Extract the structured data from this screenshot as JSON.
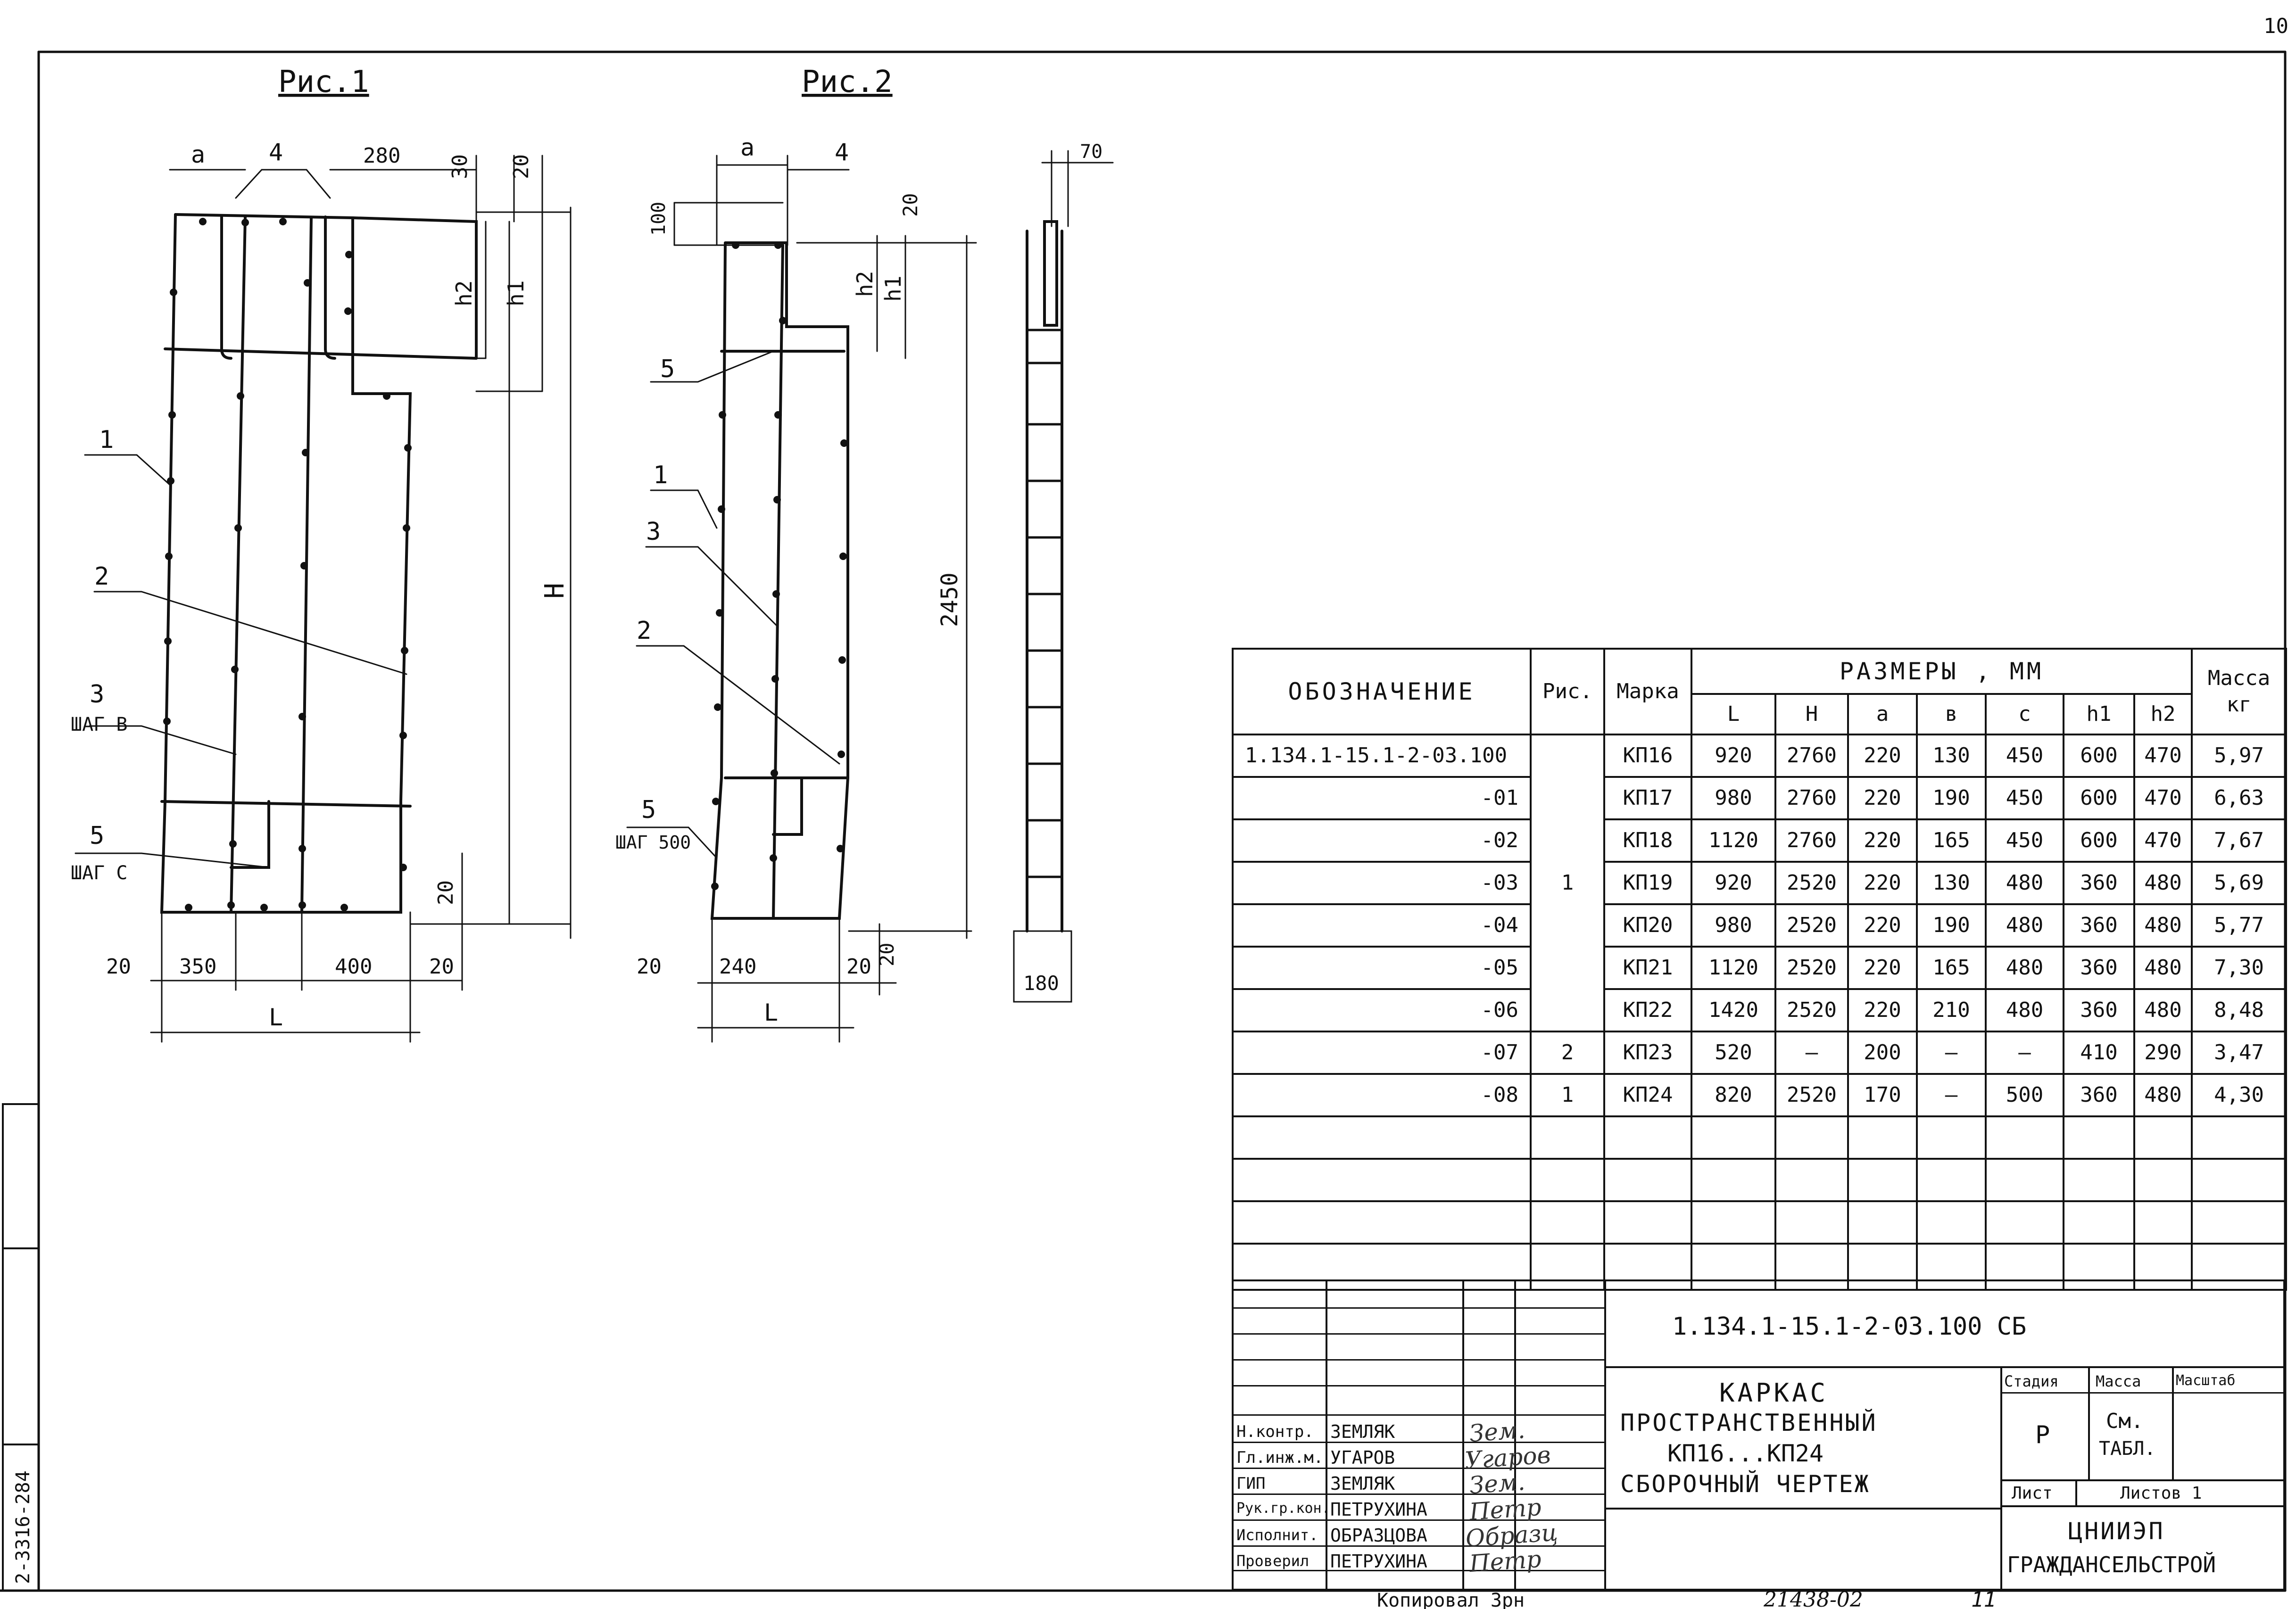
{
  "page_number": "10",
  "side_stamp": "2-3316-284",
  "figures": {
    "fig1": {
      "title": "Рис.1",
      "dims": {
        "a": "a",
        "four": "4",
        "d280": "280",
        "d30": "30",
        "d20top": "20",
        "h2": "h2",
        "h1": "h1",
        "H": "H",
        "d20mid": "20",
        "d20l": "20",
        "d350": "350",
        "d400": "400",
        "d20r": "20",
        "L": "L"
      },
      "callouts": {
        "c1": "1",
        "c2": "2",
        "c3": "3",
        "step_b": "ШАГ В",
        "c5": "5",
        "step_c": "ШАГ С"
      }
    },
    "fig2": {
      "title": "Рис.2",
      "dims": {
        "a": "a",
        "four": "4",
        "d100": "100",
        "d20top": "20",
        "h2": "h2",
        "h1": "h1",
        "d2450": "2450",
        "d20l": "20",
        "d240": "240",
        "d20r": "20",
        "d20v": "20",
        "L": "L"
      },
      "callouts": {
        "c5a": "5",
        "c1": "1",
        "c3": "3",
        "c2": "2",
        "c5b": "5",
        "step_500": "ШАГ 500"
      }
    },
    "section": {
      "d70": "70",
      "d180": "180"
    }
  },
  "table": {
    "headers": {
      "designation": "ОБОЗНАЧЕНИЕ",
      "fig": "Рис.",
      "mark": "Марка",
      "sizes": "РАЗМЕРЫ , ММ",
      "mass": "Масса",
      "mass_unit": "кг",
      "cols": [
        "L",
        "H",
        "a",
        "в",
        "c",
        "h1",
        "h2"
      ]
    },
    "rows": [
      {
        "designation": "1.134.1-15.1-2-03.100",
        "fig": "",
        "mark": "КП16",
        "L": "920",
        "H": "2760",
        "a": "220",
        "b": "130",
        "c": "450",
        "h1": "600",
        "h2": "470",
        "mass": "5,97"
      },
      {
        "designation": "-01",
        "fig": "",
        "mark": "КП17",
        "L": "980",
        "H": "2760",
        "a": "220",
        "b": "190",
        "c": "450",
        "h1": "600",
        "h2": "470",
        "mass": "6,63"
      },
      {
        "designation": "-02",
        "fig": "",
        "mark": "КП18",
        "L": "1120",
        "H": "2760",
        "a": "220",
        "b": "165",
        "c": "450",
        "h1": "600",
        "h2": "470",
        "mass": "7,67"
      },
      {
        "designation": "-03",
        "fig": "1",
        "mark": "КП19",
        "L": "920",
        "H": "2520",
        "a": "220",
        "b": "130",
        "c": "480",
        "h1": "360",
        "h2": "480",
        "mass": "5,69"
      },
      {
        "designation": "-04",
        "fig": "",
        "mark": "КП20",
        "L": "980",
        "H": "2520",
        "a": "220",
        "b": "190",
        "c": "480",
        "h1": "360",
        "h2": "480",
        "mass": "5,77"
      },
      {
        "designation": "-05",
        "fig": "",
        "mark": "КП21",
        "L": "1120",
        "H": "2520",
        "a": "220",
        "b": "165",
        "c": "480",
        "h1": "360",
        "h2": "480",
        "mass": "7,30"
      },
      {
        "designation": "-06",
        "fig": "",
        "mark": "КП22",
        "L": "1420",
        "H": "2520",
        "a": "220",
        "b": "210",
        "c": "480",
        "h1": "360",
        "h2": "480",
        "mass": "8,48"
      },
      {
        "designation": "-07",
        "fig": "2",
        "mark": "КП23",
        "L": "520",
        "H": "—",
        "a": "200",
        "b": "—",
        "c": "—",
        "h1": "410",
        "h2": "290",
        "mass": "3,47"
      },
      {
        "designation": "-08",
        "fig": "1",
        "mark": "КП24",
        "L": "820",
        "H": "2520",
        "a": "170",
        "b": "—",
        "c": "500",
        "h1": "360",
        "h2": "480",
        "mass": "4,30"
      }
    ]
  },
  "title_block": {
    "doc_code": "1.134.1-15.1-2-03.100 СБ",
    "title_lines": [
      "КАРКАС",
      "ПРОСТРАНСТВЕННЫЙ",
      "КП16...КП24",
      "СБОРОЧНЫЙ ЧЕРТЕЖ"
    ],
    "stage_label": "Стадия",
    "mass_label": "Масса",
    "scale_label": "Масштаб",
    "stage_value": "Р",
    "mass_value_1": "См.",
    "mass_value_2": "ТАБЛ.",
    "sheet_label": "Лист",
    "sheets_label": "Листов 1",
    "org_1": "ЦНИИЭП",
    "org_2": "ГРАЖДАНСЕЛЬСТРОЙ",
    "staff": [
      {
        "role": "Н.контр.",
        "name": "ЗЕМЛЯК",
        "sign": "Зем."
      },
      {
        "role": "Гл.инж.м.",
        "name": "УГАРОВ",
        "sign": "Угаров"
      },
      {
        "role": "ГИП",
        "name": "ЗЕМЛЯК",
        "sign": "Зем."
      },
      {
        "role": "Рук.гр.кон.",
        "name": "ПЕТРУХИНА",
        "sign": "Петр"
      },
      {
        "role": "Исполнит.",
        "name": "ОБРАЗЦОВА",
        "sign": "Образц"
      },
      {
        "role": "Проверил",
        "name": "ПЕТРУХИНА",
        "sign": "Петр"
      }
    ]
  },
  "footer": {
    "copied": "Копировал Зрн",
    "inventory": "21438-02",
    "sheet_mark": "11"
  }
}
